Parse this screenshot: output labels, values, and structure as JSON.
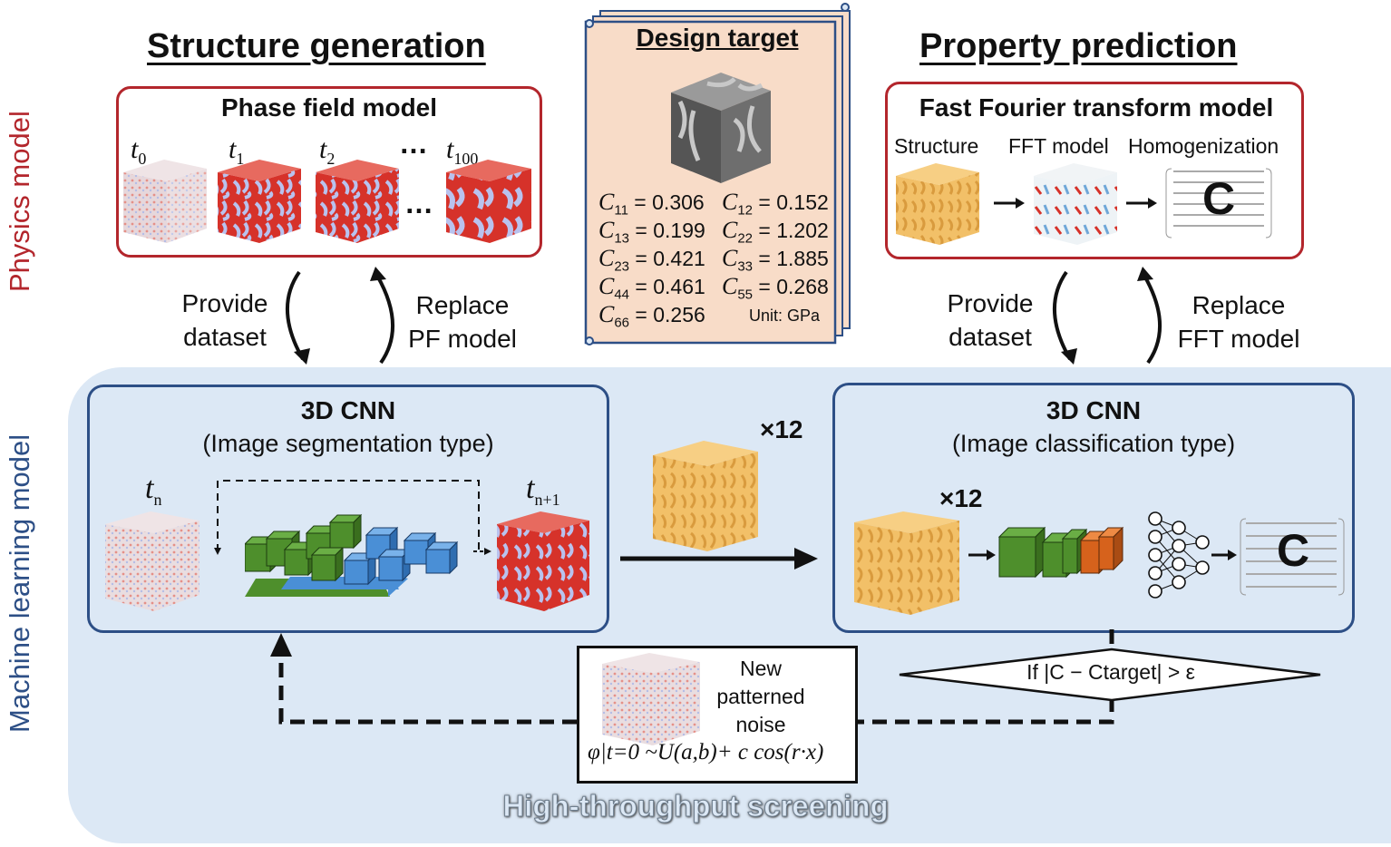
{
  "side_labels": {
    "physics": "Physics model",
    "ml": "Machine learning model"
  },
  "headers": {
    "left": "Structure generation",
    "right": "Property prediction"
  },
  "design_target": {
    "title": "Design target",
    "eqs": [
      {
        "c": "C",
        "s": "11",
        "v": "= 0.306"
      },
      {
        "c": "C",
        "s": "12",
        "v": "= 0.152"
      },
      {
        "c": "C",
        "s": "13",
        "v": "= 0.199"
      },
      {
        "c": "C",
        "s": "22",
        "v": "= 1.202"
      },
      {
        "c": "C",
        "s": "23",
        "v": "= 0.421"
      },
      {
        "c": "C",
        "s": "33",
        "v": "= 1.885"
      },
      {
        "c": "C",
        "s": "44",
        "v": "= 0.461"
      },
      {
        "c": "C",
        "s": "55",
        "v": "= 0.268"
      },
      {
        "c": "C",
        "s": "66",
        "v": "= 0.256"
      }
    ],
    "unit": "Unit: GPa"
  },
  "phase_field": {
    "title": "Phase field model",
    "t0": "t",
    "t0s": "0",
    "t1": "t",
    "t1s": "1",
    "t2": "t",
    "t2s": "2",
    "t100": "t",
    "t100s": "100",
    "dots": "…"
  },
  "fft": {
    "title": "Fast Fourier transform model",
    "cols": [
      "Structure",
      "FFT model",
      "Homogenization"
    ],
    "c": "C"
  },
  "arrows_left": {
    "provide_1": "Provide",
    "provide_2": "dataset",
    "replace_1": "Replace",
    "replace_2": "PF model"
  },
  "arrows_right": {
    "provide_1": "Provide",
    "provide_2": "dataset",
    "replace_1": "Replace",
    "replace_2": "FFT model"
  },
  "cnn_left": {
    "title": "3D CNN",
    "subtitle": "(Image segmentation type)",
    "tn": "t",
    "tns": "n",
    "tn1": "t",
    "tn1s": "n+1"
  },
  "cnn_right": {
    "title": "3D CNN",
    "subtitle": "(Image classification type)",
    "x12": "×12",
    "c": "C"
  },
  "middle": {
    "x12": "×12"
  },
  "noise": {
    "l1": "New",
    "l2": "patterned",
    "l3": "noise",
    "formula": "φ|t=0 ~U(a,b)+ c cos(r·x)"
  },
  "condition": "If |C − Ctarget| > ε",
  "footer": "High-throughput screening",
  "colors": {
    "red": "#b3262c",
    "blue": "#2d4f86",
    "ml_bg": "#dce8f5",
    "paper": "#f8dcc8",
    "green": "#4e8f2c",
    "cube_blue": "#4a8fd6",
    "orange": "#d6621c",
    "gold": "#f2c068"
  }
}
